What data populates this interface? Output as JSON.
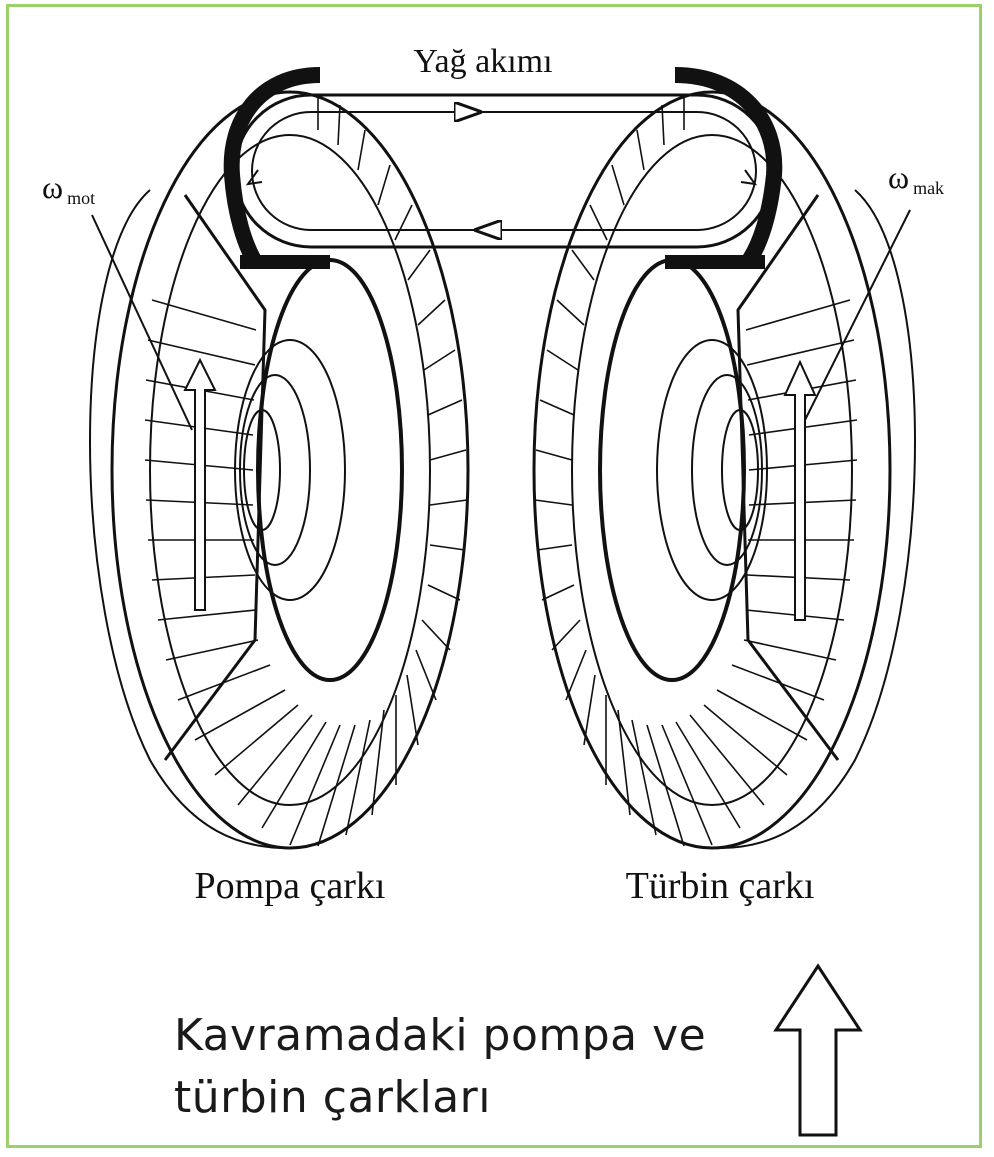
{
  "diagram": {
    "oil_flow_label": "Yağ akımı",
    "omega_motor": {
      "symbol": "ω",
      "subscript": "mot"
    },
    "omega_machine": {
      "symbol": "ω",
      "subscript": "mak"
    },
    "pump_label": "Pompa çarkı",
    "turbine_label": "Türbin çarkı"
  },
  "caption": {
    "line1": "Kavramadaki pompa ve",
    "line2": "türbin çarkları"
  },
  "colors": {
    "frame": "#9bd16a",
    "ink": "#111111",
    "background": "#ffffff"
  }
}
